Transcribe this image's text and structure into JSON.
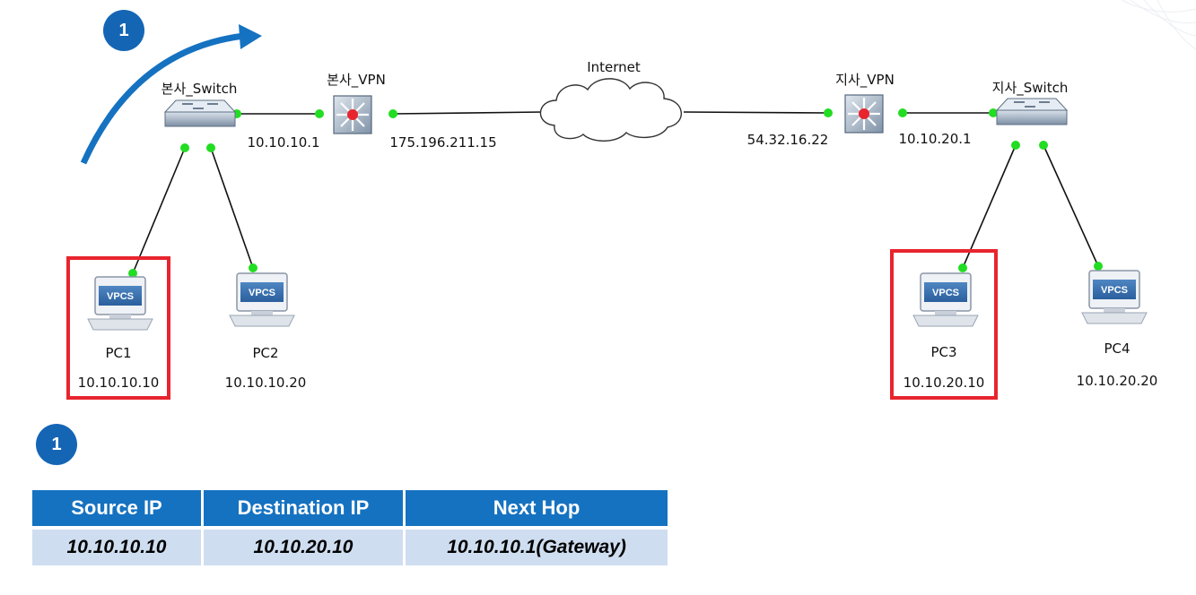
{
  "badges": {
    "top": "1",
    "table": "1"
  },
  "devices": {
    "hq_switch": "본사_Switch",
    "hq_vpn": "본사_VPN",
    "internet": "Internet",
    "branch_vpn": "지사_VPN",
    "branch_switch": "지사_Switch",
    "pc1": "PC1",
    "pc2": "PC2",
    "pc3": "PC3",
    "pc4": "PC4",
    "vpcs": "VPCS"
  },
  "addresses": {
    "hq_gateway": "10.10.10.1",
    "hq_public": "175.196.211.15",
    "branch_public": "54.32.16.22",
    "branch_gateway": "10.10.20.1",
    "pc1": "10.10.10.10",
    "pc2": "10.10.10.20",
    "pc3": "10.10.20.10",
    "pc4": "10.10.20.20"
  },
  "table": {
    "headers": [
      "Source IP",
      "Destination IP",
      "Next Hop"
    ],
    "row": [
      "10.10.10.10",
      "10.10.20.10",
      "10.10.10.1(Gateway)"
    ]
  },
  "colors": {
    "accent": "#1572c1",
    "highlight": "#e8242e",
    "link_dot": "#22dd22",
    "row_bg": "#cfddf0"
  }
}
